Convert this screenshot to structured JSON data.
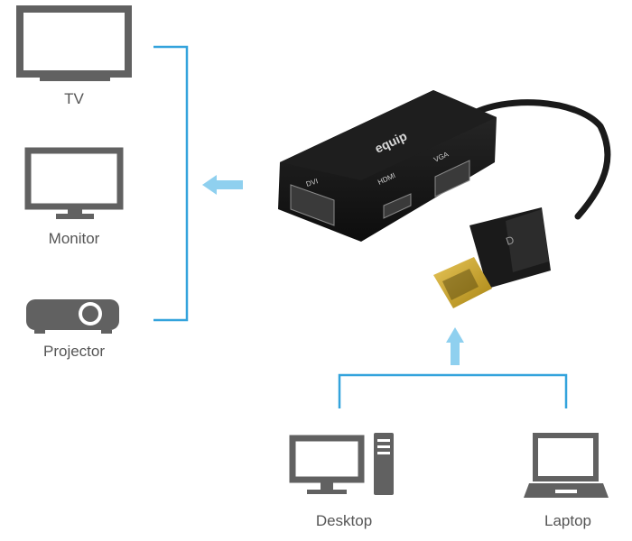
{
  "diagram": {
    "outputs": {
      "tv": "TV",
      "monitor": "Monitor",
      "projector": "Projector"
    },
    "inputs": {
      "desktop": "Desktop",
      "laptop": "Laptop"
    },
    "adapter": {
      "brand": "equip",
      "port_dvi": "DVI",
      "port_hdmi": "HDMI",
      "port_vga": "VGA",
      "connector_logo": "D"
    },
    "colors": {
      "connector_line": "#33a3dc",
      "arrow": "#8fd0ef",
      "icon": "#616161",
      "label": "#555555",
      "adapter_body": "#141414",
      "gold_contacts": "#c9a227"
    },
    "icons": {
      "tv": "tv-icon",
      "monitor": "monitor-icon",
      "projector": "projector-icon",
      "desktop": "desktop-computer-icon",
      "laptop": "laptop-icon"
    }
  }
}
